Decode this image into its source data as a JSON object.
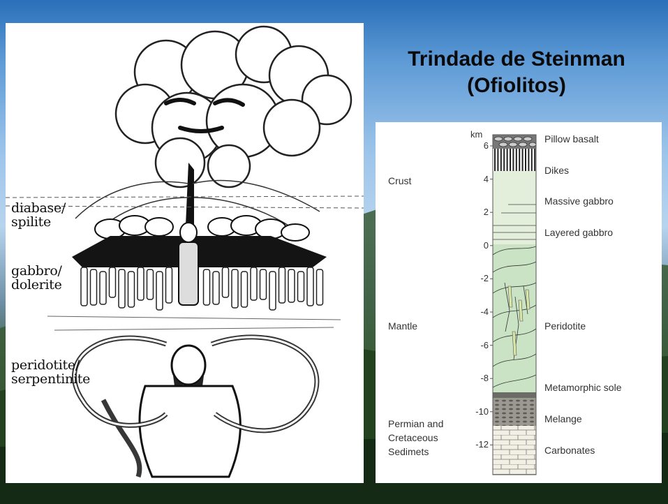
{
  "title": {
    "line1": "Trindade de Steinman",
    "line2": "(Ofiolitos)"
  },
  "left_figure": {
    "labels": {
      "diabase": "diabase/\nspilite",
      "gabbro": "gabbro/\ndolerite",
      "peridotite": "peridotite/\nserpentinite"
    }
  },
  "column": {
    "unit": "km",
    "ticks": [
      "6",
      "4",
      "2",
      "0",
      "-2",
      "-4",
      "-6",
      "-8",
      "-10",
      "-12"
    ],
    "zones": {
      "crust": "Crust",
      "mantle": "Mantle",
      "sediments": "Permian and\nCretaceous\nSedimets"
    },
    "layers": {
      "pillow_basalt": "Pillow basalt",
      "dikes": "Dikes",
      "massive_gabbro": "Massive gabbro",
      "layered_gabbro": "Layered gabbro",
      "peridotite": "Peridotite",
      "metamorphic_sole": "Metamorphic sole",
      "melange": "Melange",
      "carbonates": "Carbonates"
    },
    "colors": {
      "gabbro": "#e3efdb",
      "peridotite": "#c9e3c4",
      "melange": "#8a8a82",
      "carbonates": "#f2efe4"
    }
  }
}
